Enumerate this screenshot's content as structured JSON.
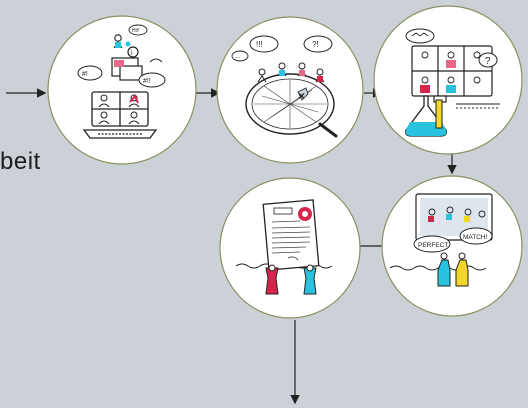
{
  "side_text": "beit",
  "colors": {
    "background": "#cbd1d6",
    "circle_fill": "#ffffff",
    "circle_stroke": "#8a9060",
    "ink": "#222222",
    "accent_red": "#d6254a",
    "accent_cyan": "#29c3e0",
    "accent_yellow": "#f1d72a",
    "accent_pink": "#e8688a"
  },
  "steps": [
    {
      "name": "step-1-video-team",
      "bubbles": [
        "#!",
        "!!!",
        "#!!",
        "Hi!!"
      ]
    },
    {
      "name": "step-2-analysis-dish",
      "bubbles": [
        "!!!",
        "?!",
        "..."
      ]
    },
    {
      "name": "step-3-lab-research",
      "bubbles": [
        "?"
      ]
    },
    {
      "name": "step-4-match-found",
      "bubbles": [
        "PERFECT",
        "MATCH!"
      ]
    },
    {
      "name": "step-5-certificate",
      "bubbles": []
    }
  ]
}
